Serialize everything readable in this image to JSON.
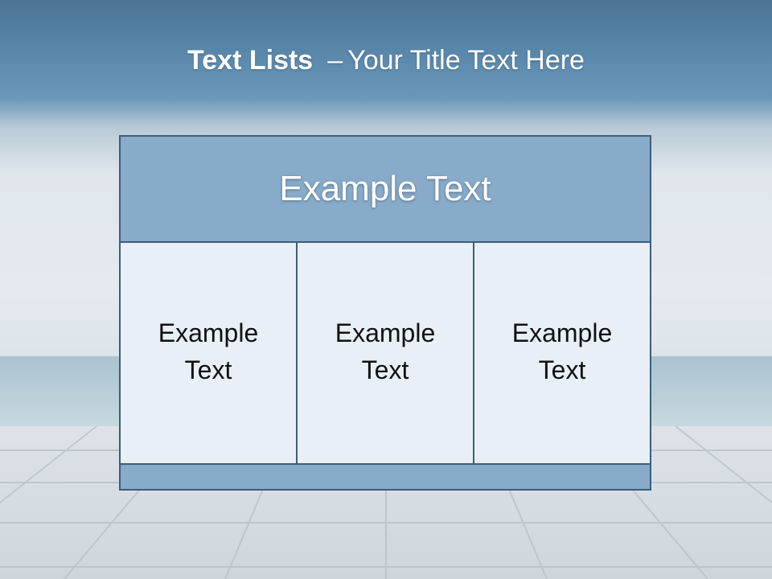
{
  "slide": {
    "title_bold": "Text Lists",
    "title_separator": "–",
    "title_rest": "Your Title Text Here"
  },
  "diagram": {
    "header": "Example Text",
    "items": [
      {
        "label": "Example Text"
      },
      {
        "label": "Example Text"
      },
      {
        "label": "Example Text"
      }
    ],
    "footer": ""
  },
  "colors": {
    "header_fill": "#87abc9",
    "cell_fill": "#e8eff6",
    "border": "#3d5e7b",
    "title_text": "#ffffff"
  }
}
